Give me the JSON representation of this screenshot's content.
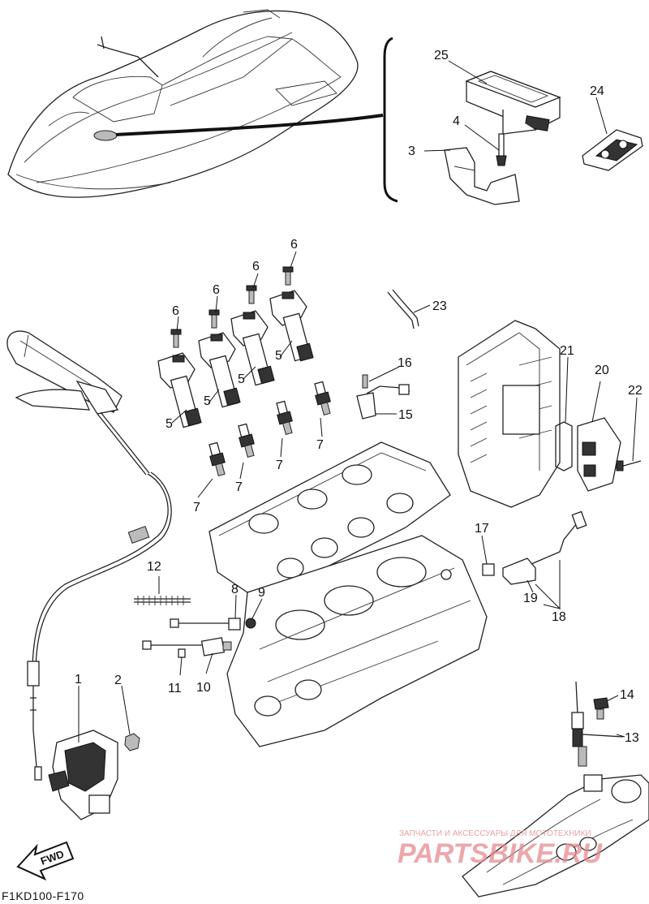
{
  "diagram": {
    "labels": {
      "p1": "1",
      "p2": "2",
      "p3": "3",
      "p4": "4",
      "p5a": "5",
      "p5b": "5",
      "p5c": "5",
      "p5d": "5",
      "p6a": "6",
      "p6b": "6",
      "p6c": "6",
      "p6d": "6",
      "p7a": "7",
      "p7b": "7",
      "p7c": "7",
      "p7d": "7",
      "p8": "8",
      "p9": "9",
      "p10": "10",
      "p11": "11",
      "p12": "12",
      "p13": "13",
      "p14": "14",
      "p15": "15",
      "p16": "16",
      "p17": "17",
      "p18": "18",
      "p19": "19",
      "p20": "20",
      "p21": "21",
      "p22": "22",
      "p23": "23",
      "p24": "24",
      "p25": "25"
    },
    "fwd_label": "FWD",
    "catalog_code": "F1KD100-F170",
    "watermark_line": "ЗАПЧАСТИ И АКСЕССУАРЫ ДЛЯ МОТОТЕХНИКИ",
    "watermark_brand": "PARTSBIKE.RU"
  }
}
